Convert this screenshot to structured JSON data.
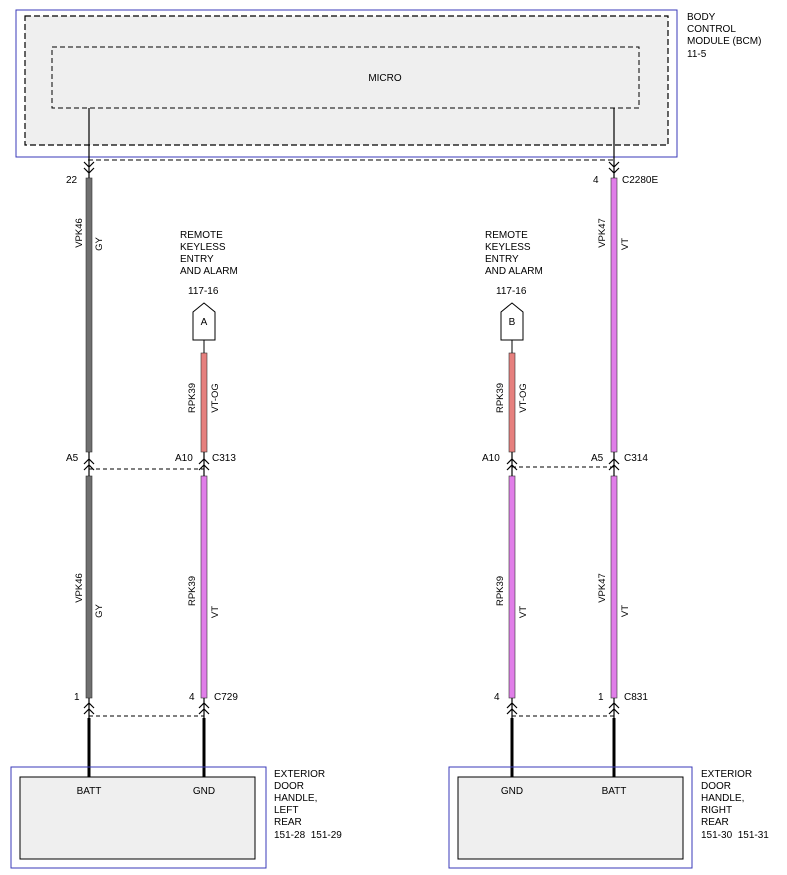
{
  "colors": {
    "module_border": "#3a3ab8",
    "module_fill": "#efefef",
    "wire_gy": "#707070",
    "wire_vt": "#e07ee8",
    "wire_vt_og": "#e6807e",
    "wire_black": "#000000"
  },
  "bcm": {
    "name_lines": [
      "BODY",
      "CONTROL",
      "MODULE (BCM)",
      "11-5"
    ],
    "micro_label": "MICRO"
  },
  "connectors": {
    "bcm_left_pin": "22",
    "bcm_right_pin": "4",
    "bcm_right_conn": "C2280E",
    "inline_left_pin_a": "A5",
    "inline_left_pin_b": "A10",
    "inline_left_conn": "C313",
    "inline_right_pin_a": "A10",
    "inline_right_pin_b": "A5",
    "inline_right_conn": "C314",
    "bottom_left_pin_a": "1",
    "bottom_left_pin_b": "4",
    "bottom_left_conn": "C729",
    "bottom_right_pin_a": "4",
    "bottom_right_pin_b": "1",
    "bottom_right_conn": "C831"
  },
  "refs": {
    "left_ref_lines": [
      "REMOTE",
      "KEYLESS",
      "ENTRY",
      "AND ALARM"
    ],
    "left_ref_page": "117-16",
    "left_ref_letter": "A",
    "right_ref_lines": [
      "REMOTE",
      "KEYLESS",
      "ENTRY",
      "AND ALARM"
    ],
    "right_ref_page": "117-16",
    "right_ref_letter": "B"
  },
  "wires": {
    "w1_upper_circuit": "VPK46",
    "w1_upper_color": "GY",
    "w1_lower_circuit": "VPK46",
    "w1_lower_color": "GY",
    "w2_upper_circuit": "RPK39",
    "w2_upper_color": "VT-OG",
    "w2_lower_circuit": "RPK39",
    "w2_lower_color": "VT",
    "w3_upper_circuit": "RPK39",
    "w3_upper_color": "VT-OG",
    "w3_lower_circuit": "RPK39",
    "w3_lower_color": "VT",
    "w4_upper_circuit": "VPK47",
    "w4_upper_color": "VT",
    "w4_lower_circuit": "VPK47",
    "w4_lower_color": "VT"
  },
  "handles": {
    "left_pin_a": "BATT",
    "left_pin_b": "GND",
    "left_name_lines": [
      "EXTERIOR",
      "DOOR",
      "HANDLE,",
      "LEFT",
      "REAR"
    ],
    "left_pages": "151-28  151-29",
    "right_pin_a": "GND",
    "right_pin_b": "BATT",
    "right_name_lines": [
      "EXTERIOR",
      "DOOR",
      "HANDLE,",
      "RIGHT",
      "REAR"
    ],
    "right_pages": "151-30  151-31"
  }
}
